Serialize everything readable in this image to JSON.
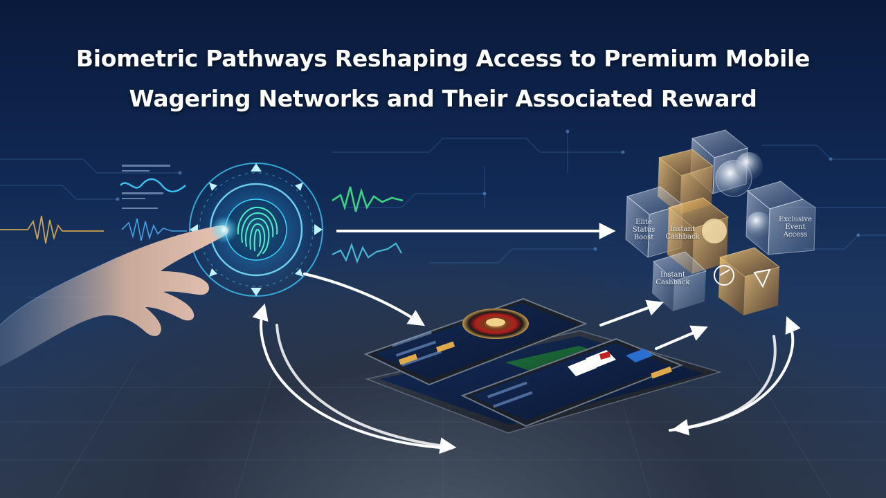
{
  "title": {
    "line1": "Biometric Pathways Reshaping Access to Premium Mobile",
    "line2": "Wagering Networks and Their Associated Reward"
  },
  "reward_cubes": {
    "labels": [
      {
        "line1": "Elite Status",
        "line2": "Boost"
      },
      {
        "line1": "Instant",
        "line2": "Cashback"
      },
      {
        "line1": "Exclusive",
        "line2": "Event",
        "line3": "Access"
      },
      {
        "line1": "Instant",
        "line2": "Cashback"
      }
    ]
  },
  "icons": [
    "fingerprint-icon",
    "hand-icon",
    "roulette-wheel-icon",
    "playing-cards-icon",
    "reward-cube-icon",
    "arrow-icon"
  ],
  "colors": {
    "background_top": "#0a1a3c",
    "glow_cyan": "#3fd2ff",
    "wave_green": "#3ddc84",
    "gold": "#e0a94a",
    "arrow_white": "#ffffff"
  }
}
